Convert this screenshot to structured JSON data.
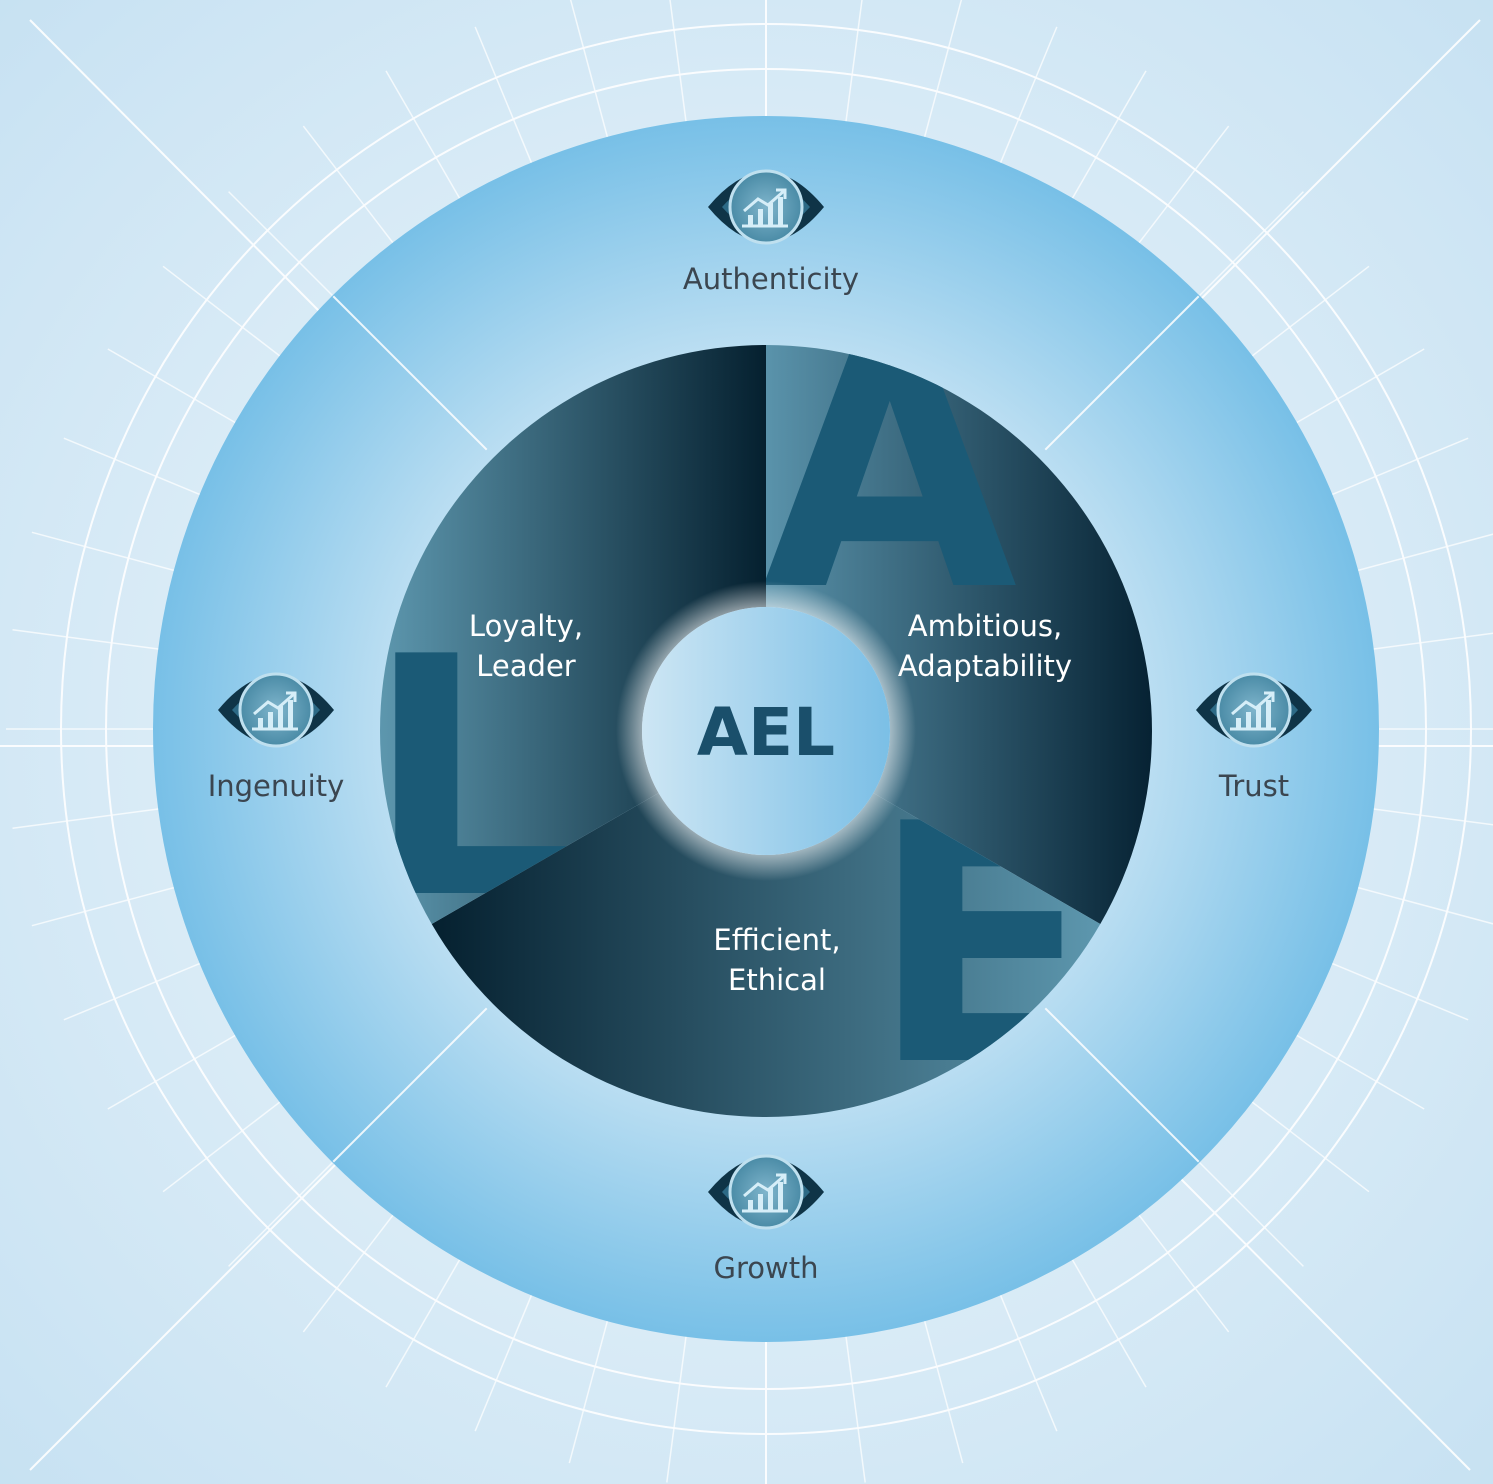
{
  "diagram": {
    "center": {
      "label": "AEL"
    },
    "segments": [
      {
        "id": "A",
        "letter": "A",
        "line1": "Ambitious,",
        "line2": "Adaptability"
      },
      {
        "id": "E",
        "letter": "E",
        "line1": "Efficient,",
        "line2": "Ethical"
      },
      {
        "id": "L",
        "letter": "L",
        "line1": "Loyalty,",
        "line2": "Leader"
      }
    ],
    "values": [
      {
        "label": "Authenticity",
        "icon": "eye-growth-chart-icon"
      },
      {
        "label": "Trust",
        "icon": "eye-growth-chart-icon"
      },
      {
        "label": "Growth",
        "icon": "eye-growth-chart-icon"
      },
      {
        "label": "Ingenuity",
        "icon": "eye-growth-chart-icon"
      }
    ]
  },
  "colors": {
    "background": "#dcecf6",
    "outer_ring": "#7cc3e8",
    "inner_dark": "#0c2a3c",
    "inner_light": "#4e8aa2",
    "letter": "#1b5a76",
    "center_text": "#1a4f6b",
    "label_text": "#3b4650"
  }
}
